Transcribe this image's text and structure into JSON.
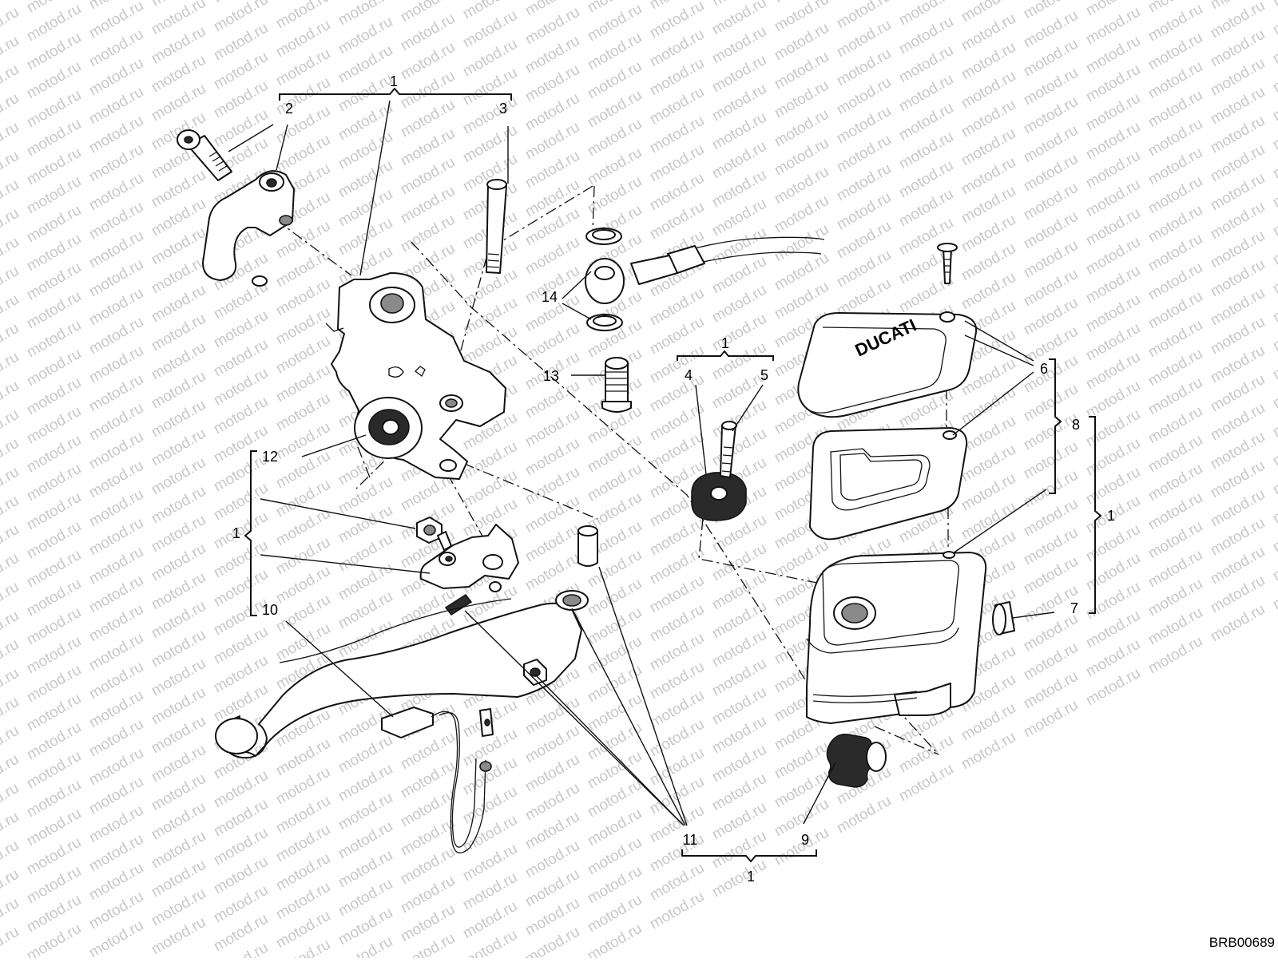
{
  "drawing_code": "BRB00689",
  "watermark_text": "motod.ru",
  "callouts": {
    "c1_top": "1",
    "c2": "2",
    "c3": "3",
    "c14": "14",
    "c13": "13",
    "c1_mid": "1",
    "c4": "4",
    "c5": "5",
    "c6": "6",
    "c8": "8",
    "c1_right": "1",
    "c7": "7",
    "c12": "12",
    "c1_left": "1",
    "c10": "10",
    "c11": "11",
    "c9": "9",
    "c1_bottom": "1"
  },
  "plate_text": "DUCATI",
  "colors": {
    "line": "#111111",
    "watermark": "#c8c8c8",
    "background": "#ffffff"
  }
}
